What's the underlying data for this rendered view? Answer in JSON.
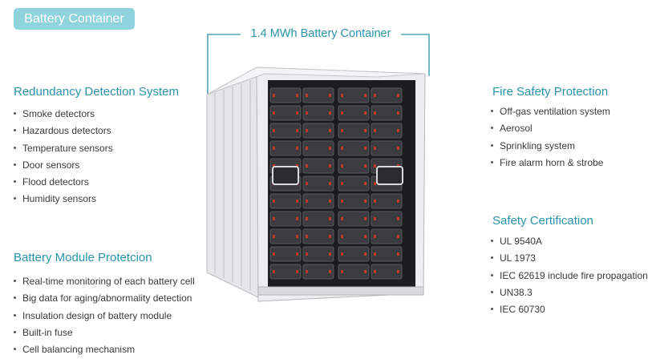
{
  "header": {
    "tag": "Battery Container"
  },
  "callout": {
    "title": "1.4 MWh Battery Container"
  },
  "sections": {
    "redundancy": {
      "title": "Redundancy Detection System",
      "items": [
        "Smoke detectors",
        "Hazardous detectors",
        "Temperature sensors",
        "Door sensors",
        "Flood detectors",
        "Humidity sensors"
      ]
    },
    "module": {
      "title": "Battery Module Protetcion",
      "items": [
        "Real-time monitoring of each battery cell",
        "Big data for aging/abnormality detection",
        "Insulation design of battery module",
        "Built-in fuse",
        "Cell balancing mechanism"
      ]
    },
    "fire": {
      "title": "Fire Safety Protection",
      "items": [
        "Off-gas ventilation system",
        "Aerosol",
        "Sprinkling system",
        "Fire alarm horn & strobe"
      ]
    },
    "certification": {
      "title": "Safety Certification",
      "items": [
        "UL 9540A",
        "UL 1973",
        "IEC 62619 include fire propagation",
        "UN38.3",
        "IEC 60730"
      ]
    }
  },
  "colors": {
    "accent": "#2a93a8",
    "tag_bg": "#8fd4dc",
    "text": "#3a3a3a"
  }
}
